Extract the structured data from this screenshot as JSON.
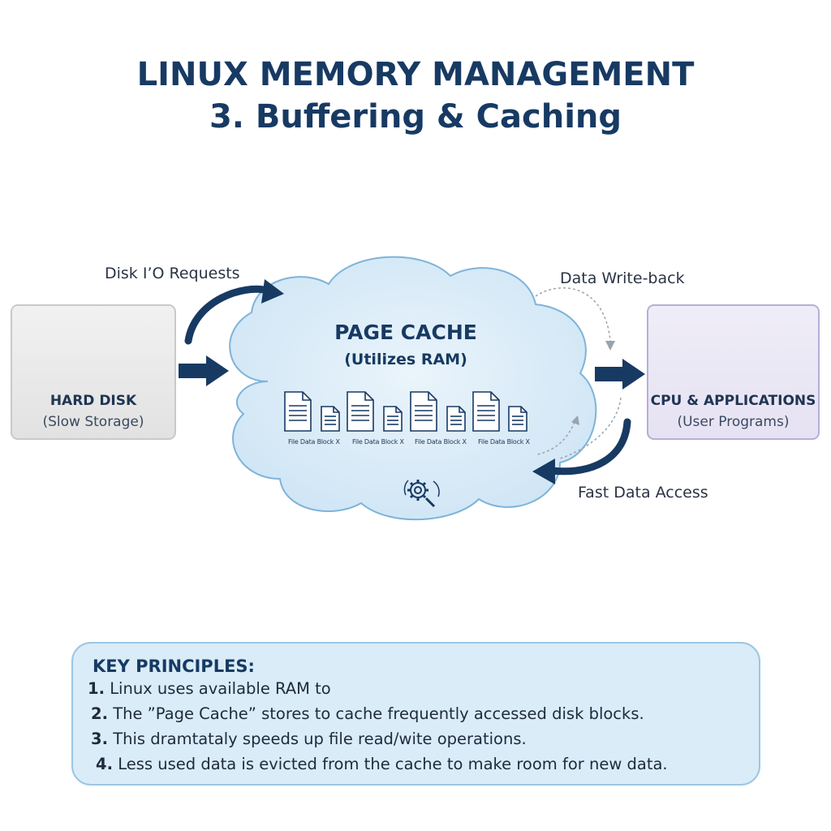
{
  "title": {
    "line1": "LINUX MEMORY MANAGEMENT",
    "line2": "3. Buffering & Caching"
  },
  "hard_disk": {
    "label": "HARD DISK",
    "sublabel": "(Slow Storage)",
    "icon": "hard-disk-icon"
  },
  "cpu": {
    "label": "CPU & APPLICATIONS",
    "sublabel": "(User Programs)",
    "icon": "cpu-chip-icon"
  },
  "page_cache": {
    "title": "PAGE CACHE",
    "subtitle": "(Utilizes RAM)",
    "blocks": [
      "File Data Block X",
      "File Data Block X",
      "File Data Block X",
      "File Data Block X"
    ],
    "icon": "gear-magnifier-icon"
  },
  "flows": {
    "disk_io": "Disk I’O Requests",
    "write_back": "Data Write-back",
    "fast_access": "Fast Data Access"
  },
  "principles": {
    "heading": "KEY PRINCIPLES:",
    "items": [
      {
        "num": "1.",
        "text": "Linux uses available RAM to"
      },
      {
        "num": "2.",
        "text": "The ”Page Cache” stores to cache frequently accessed disk blocks."
      },
      {
        "num": "3.",
        "text": "This dramtataly speeds up file read/wite operations."
      },
      {
        "num": "4.",
        "text": "Less used data is evicted from the cache to make room for new data."
      }
    ]
  },
  "colors": {
    "title": "#173a63",
    "arrow": "#173a63",
    "cloud_fill": "#dcedf8",
    "cloud_stroke": "#7fb3d8",
    "principles_bg": "#d9ecf8"
  }
}
